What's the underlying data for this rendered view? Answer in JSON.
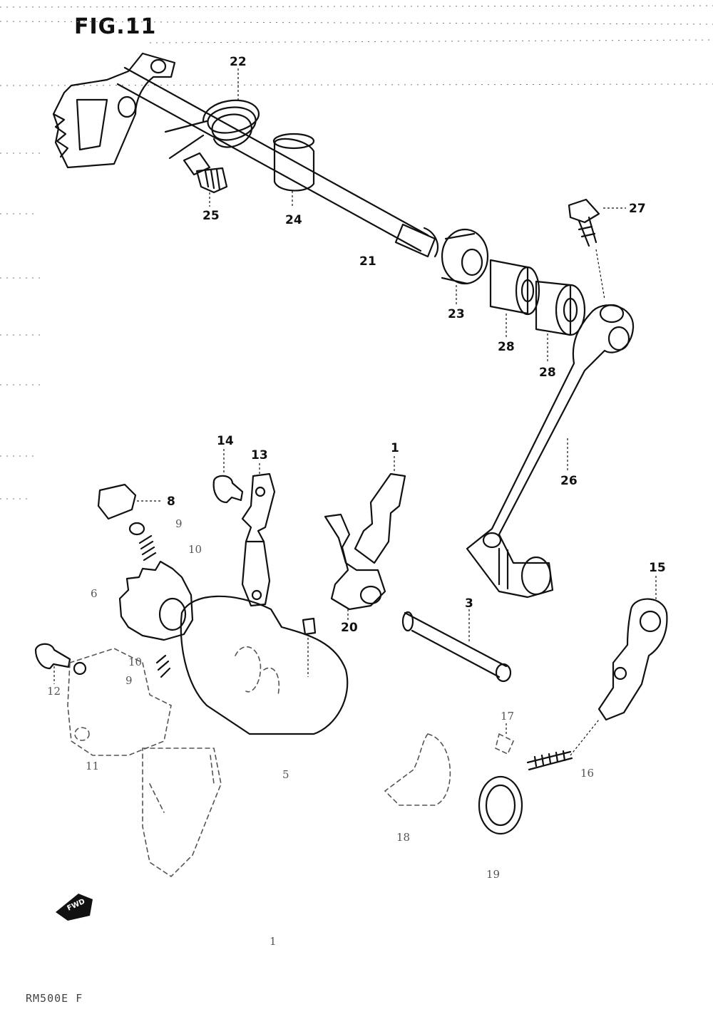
{
  "figure": {
    "title": "FIG.11",
    "footer": "RM500E F"
  },
  "parts": [
    {
      "label": "22"
    },
    {
      "label": "25"
    },
    {
      "label": "24"
    },
    {
      "label": "21"
    },
    {
      "label": "27"
    },
    {
      "label": "23"
    },
    {
      "label": "28"
    },
    {
      "label": "28"
    },
    {
      "label": "26"
    },
    {
      "label": "14"
    },
    {
      "label": "13"
    },
    {
      "label": "1"
    },
    {
      "label": "8"
    },
    {
      "label": "9"
    },
    {
      "label": "10"
    },
    {
      "label": "6"
    },
    {
      "label": "20"
    },
    {
      "label": "3"
    },
    {
      "label": "15"
    },
    {
      "label": "12"
    },
    {
      "label": "10"
    },
    {
      "label": "9"
    },
    {
      "label": "11"
    },
    {
      "label": "5"
    },
    {
      "label": "17"
    },
    {
      "label": "16"
    },
    {
      "label": "18"
    },
    {
      "label": "19"
    },
    {
      "label": "1"
    }
  ],
  "direction_badge": "FWD"
}
